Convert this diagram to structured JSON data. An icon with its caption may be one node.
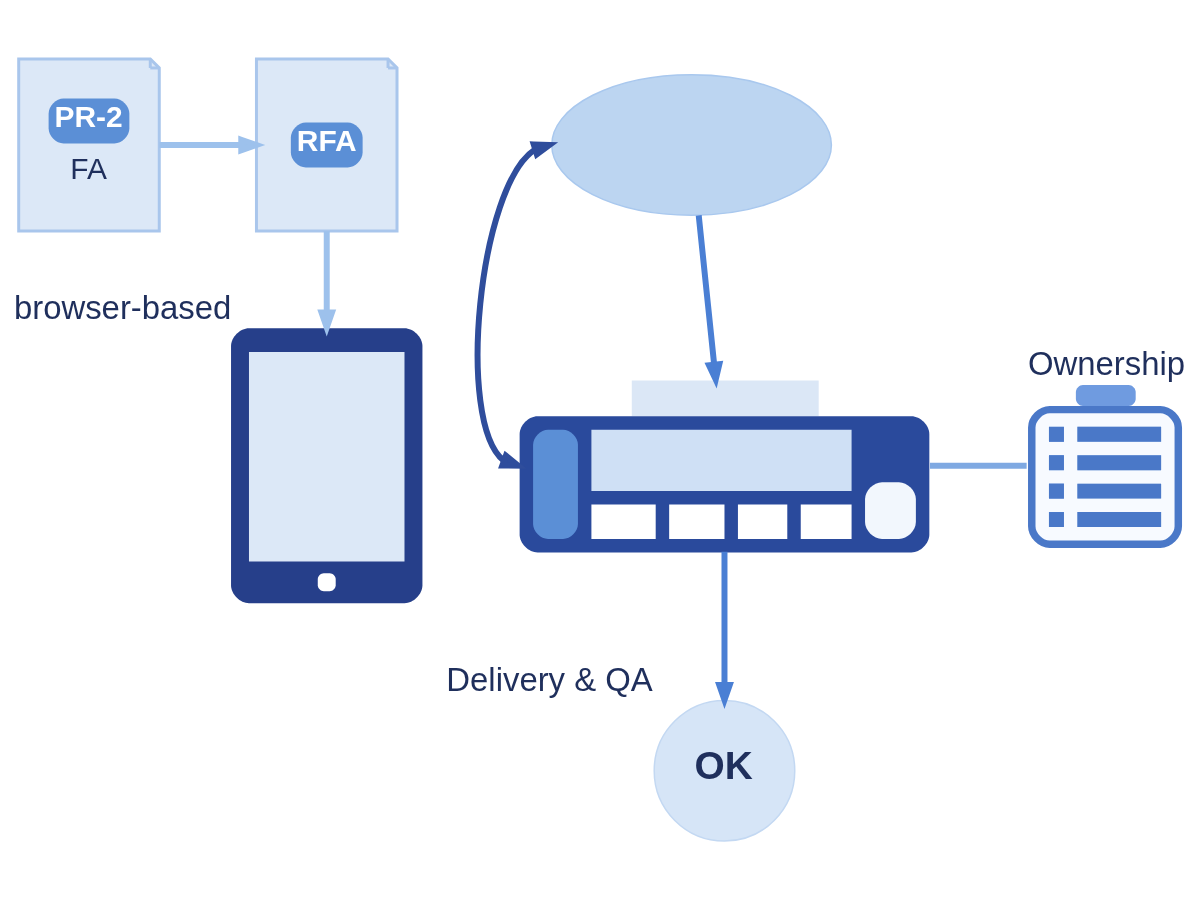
{
  "diagram": {
    "nodes": [
      {
        "text": [
          "RFA"
        ]
      },
      {
        "text": [
          "PR-2",
          "FA"
        ]
      },
      {
        "text": [],
        "shape": "picture",
        "beside": [
          "browser-based"
        ]
      },
      {
        "text": [],
        "shape": "cloud"
      },
      {
        "text": [],
        "shape": "picture"
      },
      {
        "text": [],
        "shape": "picture",
        "beside": [
          "Ownership"
        ]
      },
      {
        "text": [
          "OK"
        ],
        "beside": [
          "Delivery & QA"
        ]
      }
    ],
    "edges": [
      {
        "from": 1,
        "to": 0,
        "arrow": "to",
        "color": "#9dc1ec"
      },
      {
        "from": 0,
        "to": 2,
        "arrow": "to",
        "color": "#9dc1ec"
      },
      {
        "from": 3,
        "to": 4,
        "arrow": "both",
        "color": "#2f4d9c"
      },
      {
        "from": 3,
        "to": 4,
        "arrow": "to"
      },
      {
        "from": 4,
        "to": 6,
        "arrow": "to"
      },
      {
        "from": 4,
        "to": 5,
        "arrow": "none",
        "color": "#7fa9e2"
      }
    ]
  }
}
